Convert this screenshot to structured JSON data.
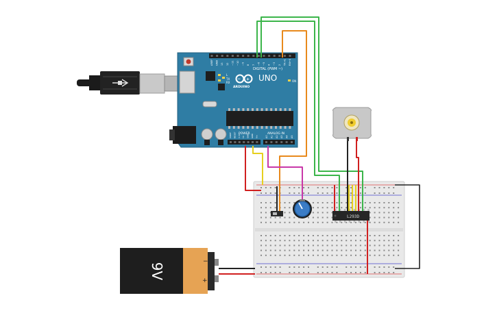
{
  "arduino": {
    "brand_text": "UNO",
    "logo_text": "ARDUINO",
    "digital_header": "DIGITAL (PWM ~)",
    "power_header": "POWER",
    "analog_header": "ANALOG IN",
    "digital_pins": [
      "AREF",
      "GND",
      "13",
      "12",
      "~11",
      "~10",
      "~9",
      "8",
      "7",
      "~6",
      "~5",
      "4",
      "~3",
      "2",
      "TX→1",
      "RX←0"
    ],
    "power_pins": [
      "IOREF",
      "RESET",
      "3.3V",
      "5V",
      "GND",
      "GND",
      "Vin"
    ],
    "analog_pins": [
      "A0",
      "A1",
      "A2",
      "A3",
      "A4",
      "A5"
    ],
    "leds": [
      "L",
      "TX",
      "RX"
    ],
    "on_label": "ON"
  },
  "battery": {
    "label": "9V",
    "minus": "−",
    "plus": "+"
  },
  "chip": {
    "label": "L293D"
  },
  "colors": {
    "arduino_board": "#2f7da4",
    "wire_red": "#d01f1f",
    "wire_black": "#222222",
    "wire_green": "#3bb54a",
    "wire_orange": "#e8891c",
    "wire_yellow": "#e6cf1e",
    "wire_magenta": "#c837a8",
    "battery_body": "#1e1e1e",
    "battery_cap": "#e6a354",
    "breadboard": "#e9e9e9",
    "motor": "#c8c8c8"
  }
}
